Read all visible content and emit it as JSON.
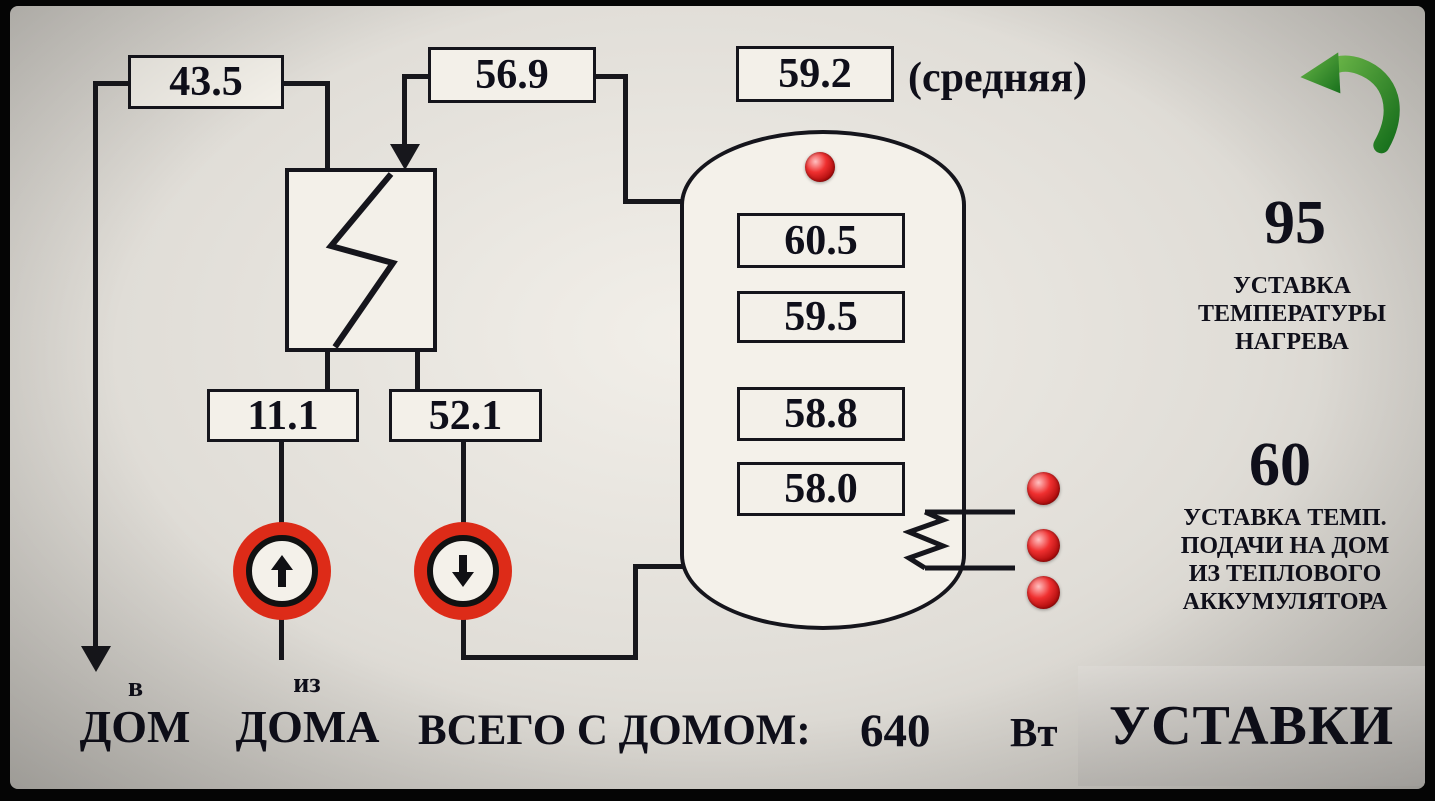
{
  "hmi": {
    "temps": {
      "supply_to_house": "43.5",
      "tank_to_exchanger": "56.9",
      "return_from_house": "11.1",
      "exchanger_to_tank": "52.1"
    },
    "tank": {
      "average": "59.2",
      "average_label": "(средняя)",
      "sensors": [
        "60.5",
        "59.5",
        "58.8",
        "58.0"
      ]
    },
    "setpoints": {
      "heating": {
        "value": "95",
        "lines": [
          "УСТАВКА",
          "ТЕМПЕРАТУРЫ",
          "НАГРЕВА"
        ]
      },
      "house_supply": {
        "value": "60",
        "lines": [
          "УСТАВКА ТЕМП.",
          "ПОДАЧИ НА ДОМ",
          "ИЗ ТЕПЛОВОГО",
          "АККУМУЛЯТОРА"
        ]
      }
    },
    "footer": {
      "to_house_preposition": "в",
      "to_house": "ДОМ",
      "from_house_preposition": "из",
      "from_house": "ДОМА",
      "total_label": "ВСЕГО С ДОМОМ:",
      "total_value": "640",
      "total_unit": "Вт",
      "settings_button": "УСТАВКИ"
    },
    "colors": {
      "pump_ring_red": "#dd2b18",
      "led_red": "#d01414",
      "back_arrow_green": "#2c9130",
      "line_black": "#17171c"
    }
  }
}
